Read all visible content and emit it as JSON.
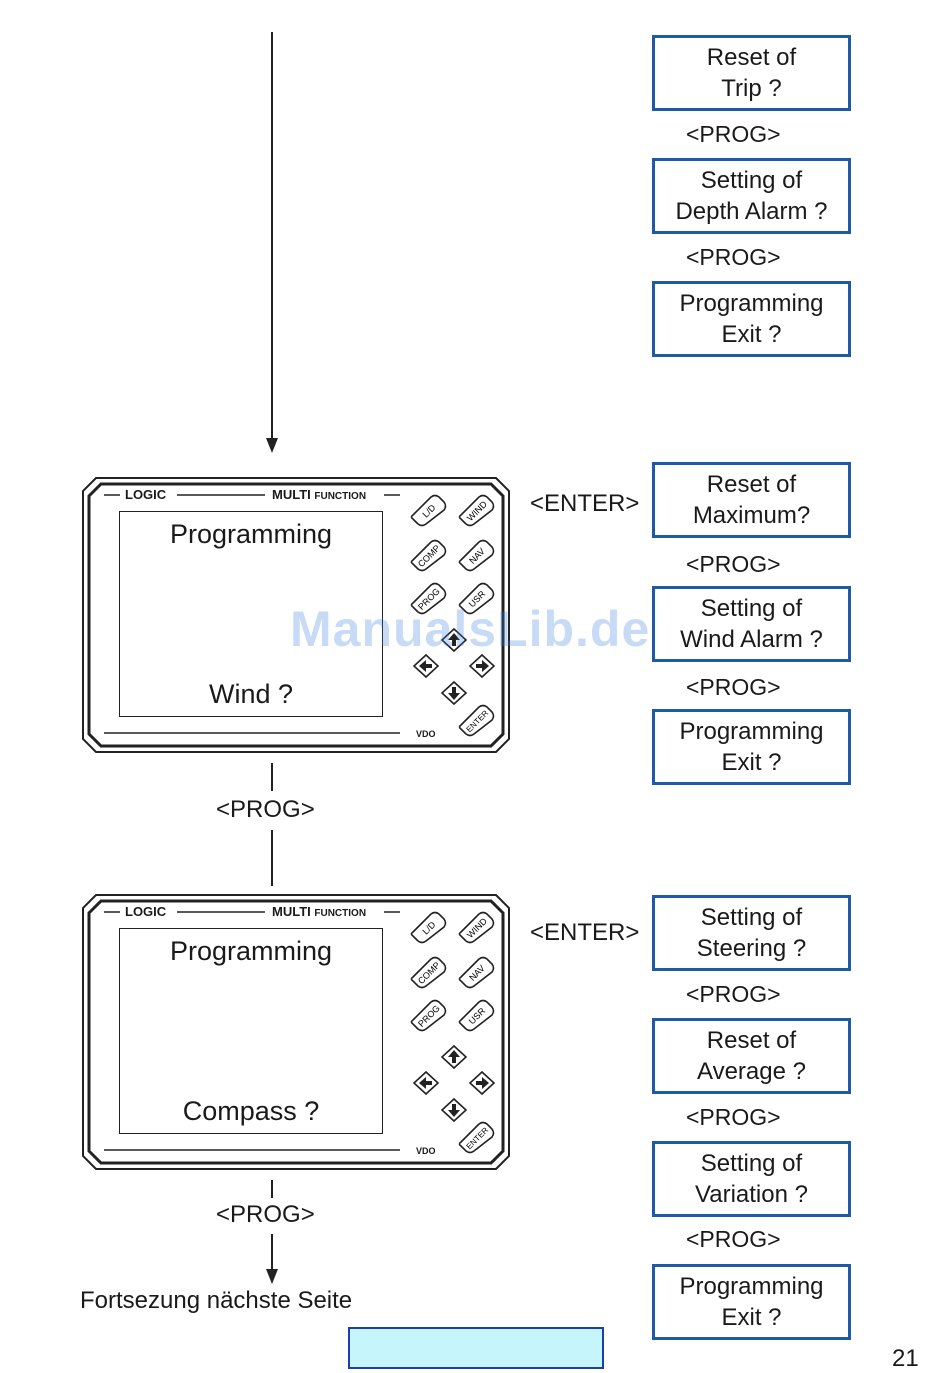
{
  "flow_top": {
    "items": [
      {
        "line1": "Reset of",
        "line2": "Trip ?"
      },
      {
        "line1": "Setting of",
        "line2": "Depth Alarm ?"
      },
      {
        "line1": "Programming",
        "line2": "Exit ?"
      }
    ],
    "prog": "<PROG>"
  },
  "device_wind": {
    "brand_logic": "LOGIC",
    "brand_multi": "MULTI",
    "brand_function": "FUNCTION",
    "brand_vdo": "VDO",
    "screen_top": "Programming",
    "screen_bottom": "Wind ?",
    "keys": {
      "ld": "L/D",
      "wind": "WIND",
      "comp": "COMP",
      "nav": "NAV",
      "prog": "PROG",
      "usr": "USR",
      "enter": "ENTER"
    },
    "enter": "<ENTER>",
    "items": [
      {
        "line1": "Reset of",
        "line2": "Maximum?"
      },
      {
        "line1": "Setting of",
        "line2": "Wind Alarm ?"
      },
      {
        "line1": "Programming",
        "line2": "Exit ?"
      }
    ]
  },
  "middle_prog": "<PROG>",
  "device_compass": {
    "brand_logic": "LOGIC",
    "brand_multi": "MULTI",
    "brand_function": "FUNCTION",
    "brand_vdo": "VDO",
    "screen_top": "Programming",
    "screen_bottom": "Compass ?",
    "keys": {
      "ld": "L/D",
      "wind": "WIND",
      "comp": "COMP",
      "nav": "NAV",
      "prog": "PROG",
      "usr": "USR",
      "enter": "ENTER"
    },
    "enter": "<ENTER>",
    "items": [
      {
        "line1": "Setting of",
        "line2": "Steering ?"
      },
      {
        "line1": "Reset of",
        "line2": "Average ?"
      },
      {
        "line1": "Setting of",
        "line2": "Variation ?"
      },
      {
        "line1": "Programming",
        "line2": "Exit ?"
      }
    ]
  },
  "bottom_prog": "<PROG>",
  "footer_text": "Fortsezung nächste Seite",
  "page_number": "21",
  "watermark": "ManualsLib.de",
  "colors": {
    "box_border": "#1f5aa6",
    "nav_bar": "#c6f5fb",
    "watermark": "#3c7fe0"
  }
}
